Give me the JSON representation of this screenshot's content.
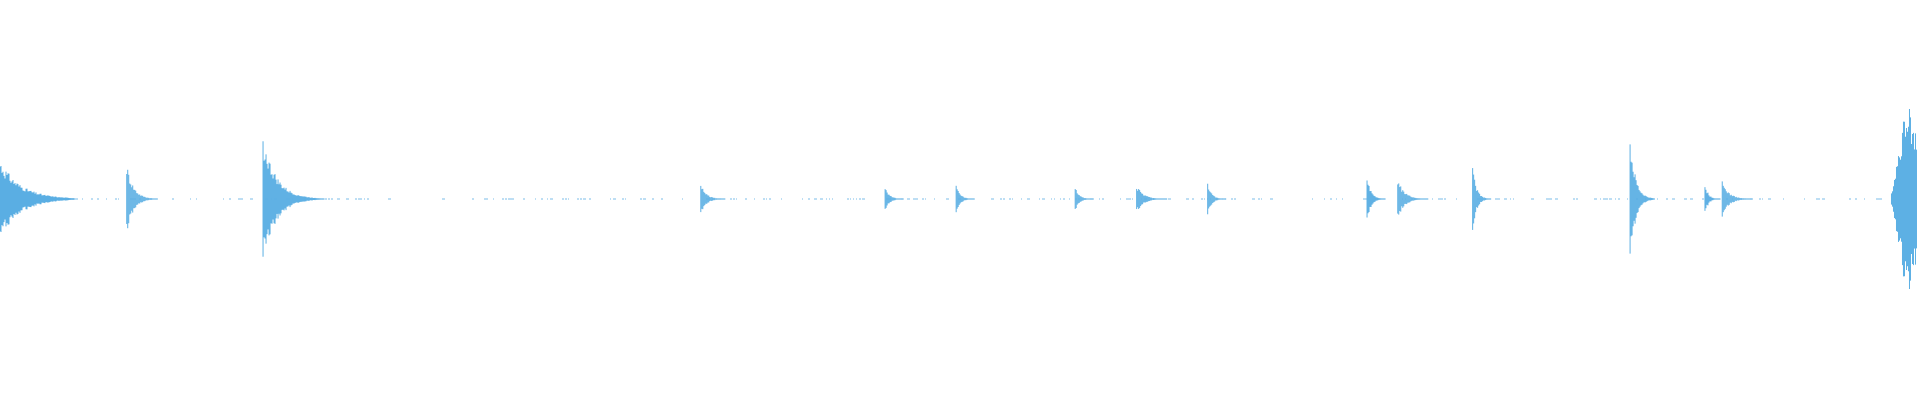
{
  "waveform": {
    "color": "#5aaee3",
    "background": "#ffffff",
    "baseline_dots": true,
    "events": [
      {
        "t": 0.0,
        "amp": 0.2,
        "decay": 0.03,
        "kind": "fade-out"
      },
      {
        "t": 0.066,
        "amp": 0.18,
        "decay": 0.01
      },
      {
        "t": 0.137,
        "amp": 0.31,
        "decay": 0.02
      },
      {
        "t": 0.365,
        "amp": 0.08,
        "decay": 0.008
      },
      {
        "t": 0.461,
        "amp": 0.07,
        "decay": 0.006
      },
      {
        "t": 0.498,
        "amp": 0.07,
        "decay": 0.006
      },
      {
        "t": 0.56,
        "amp": 0.06,
        "decay": 0.006
      },
      {
        "t": 0.592,
        "amp": 0.07,
        "decay": 0.01
      },
      {
        "t": 0.629,
        "amp": 0.08,
        "decay": 0.006
      },
      {
        "t": 0.712,
        "amp": 0.11,
        "decay": 0.006
      },
      {
        "t": 0.728,
        "amp": 0.1,
        "decay": 0.01
      },
      {
        "t": 0.767,
        "amp": 0.16,
        "decay": 0.006
      },
      {
        "t": 0.849,
        "amp": 0.32,
        "decay": 0.008
      },
      {
        "t": 0.888,
        "amp": 0.08,
        "decay": 0.005
      },
      {
        "t": 0.897,
        "amp": 0.09,
        "decay": 0.01
      },
      {
        "t": 0.994,
        "amp": 0.55,
        "decay": 0.004,
        "kind": "fade-in"
      }
    ]
  }
}
